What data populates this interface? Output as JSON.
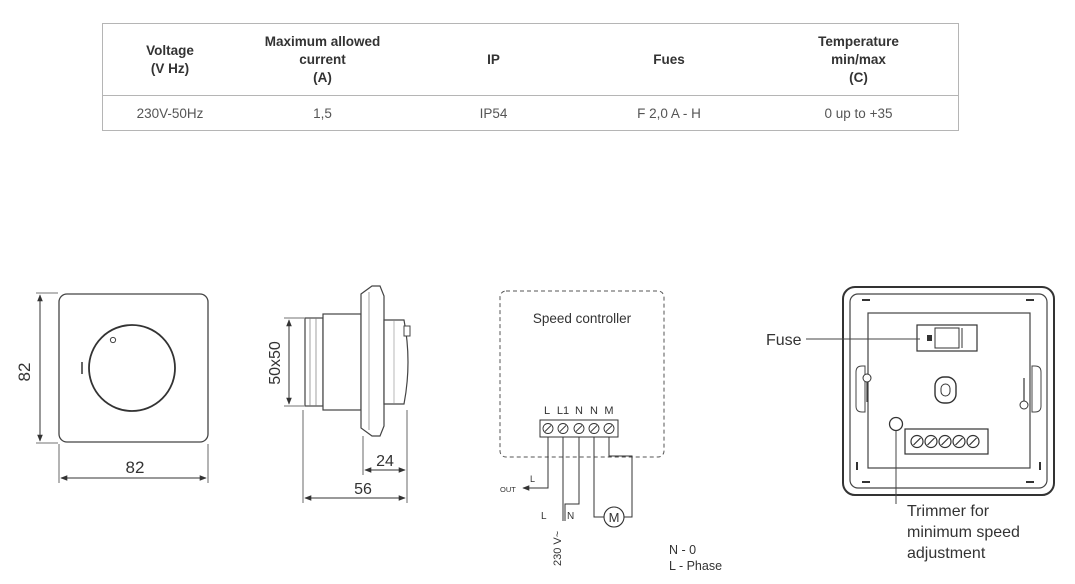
{
  "table": {
    "headers": [
      {
        "l1": "Voltage",
        "l2": "(V Hz)",
        "l3": ""
      },
      {
        "l1": "Maximum allowed",
        "l2": "current",
        "l3": "(A)"
      },
      {
        "l1": "IP",
        "l2": "",
        "l3": ""
      },
      {
        "l1": "Fues",
        "l2": "",
        "l3": ""
      },
      {
        "l1": "Temperature",
        "l2": "min/max",
        "l3": "(C)"
      }
    ],
    "row": [
      "230V-50Hz",
      "1,5",
      "IP54",
      "F 2,0 A - H",
      "0 up to +35"
    ]
  },
  "front_view": {
    "height_dim": "82",
    "width_dim": "82"
  },
  "side_view": {
    "size_dim": "50x50",
    "depth_dim_1": "24",
    "depth_dim_2": "56"
  },
  "wiring": {
    "title": "Speed controller",
    "terminals": [
      "L",
      "L1",
      "N",
      "N",
      "M"
    ],
    "out_label": "OUT",
    "out_l": "L",
    "line_l": "L",
    "line_n": "N",
    "supply": "230 V~",
    "motor": "M",
    "legend_n": "N - 0",
    "legend_l": "L  - Phase"
  },
  "back_view": {
    "fuse_label": "Fuse",
    "trimmer_line1": "Trimmer for",
    "trimmer_line2": "minimum speed",
    "trimmer_line3": "adjustment"
  }
}
